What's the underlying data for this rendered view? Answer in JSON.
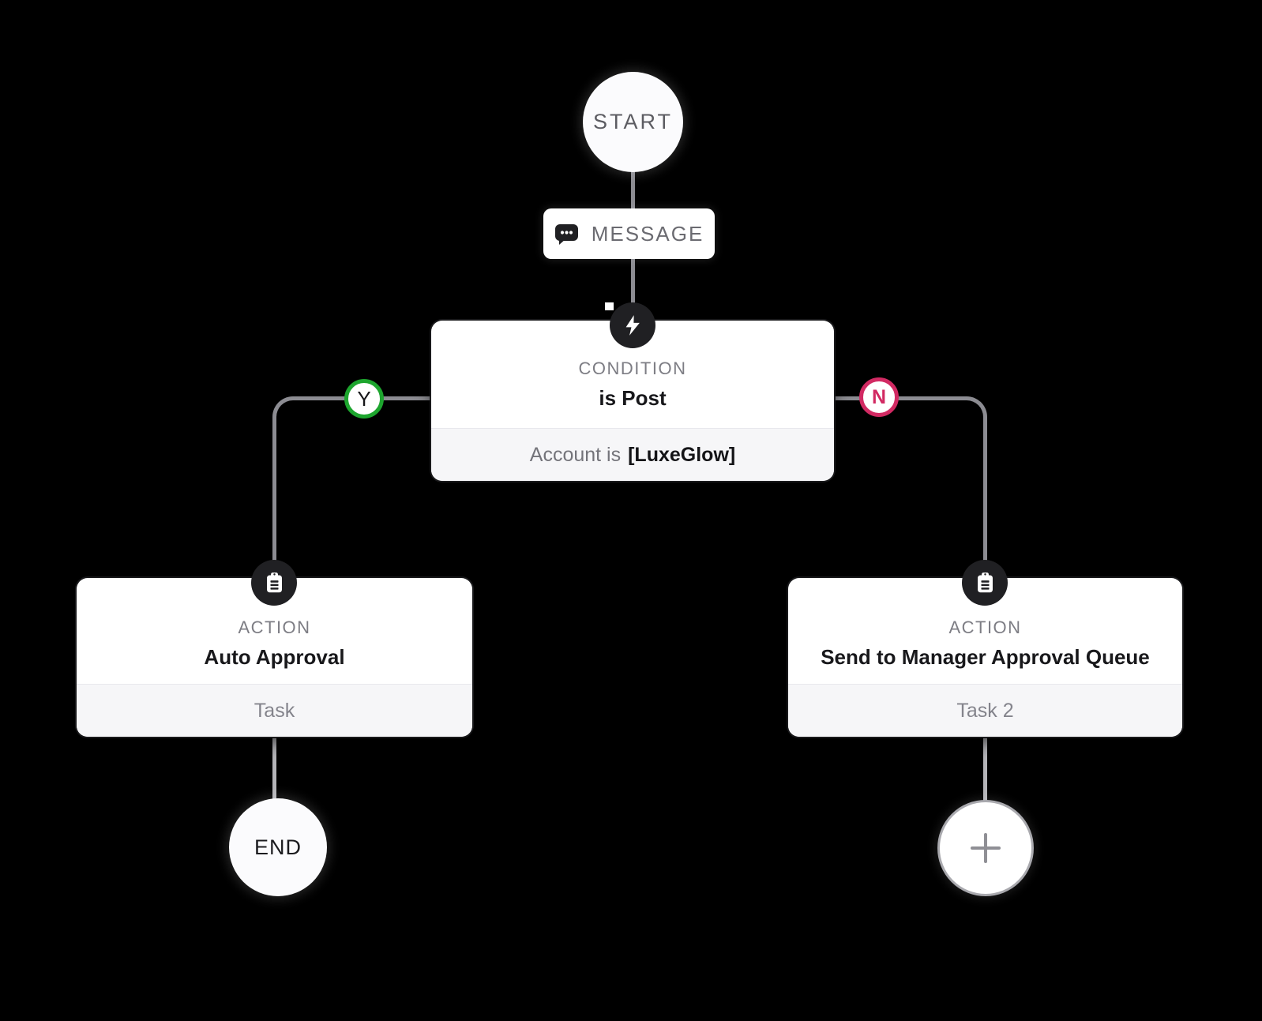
{
  "canvas": {
    "background": "#000000"
  },
  "colors": {
    "yes_green": "#1da52e",
    "no_pink": "#d22a63",
    "icon_disc_bg": "#202023",
    "connector_gray": "#8c8c92",
    "connector_light_gray": "#b4b4b8",
    "card_footer_bg": "#f6f6f8"
  },
  "nodes": {
    "start": {
      "label": "START"
    },
    "message": {
      "label": "MESSAGE",
      "icon": "chat-bubble-icon"
    },
    "condition": {
      "type_label": "CONDITION",
      "title": "is Post",
      "footer_prefix": "Account is",
      "footer_value": "[LuxeGlow]",
      "icon": "lightning-bolt-icon"
    },
    "action_left": {
      "type_label": "ACTION",
      "title": "Auto Approval",
      "footer": "Task",
      "icon": "clipboard-icon"
    },
    "action_right": {
      "type_label": "ACTION",
      "title": "Send to Manager Approval Queue",
      "footer": "Task 2",
      "icon": "clipboard-icon"
    },
    "end": {
      "label": "END"
    },
    "add": {
      "icon": "plus-icon"
    }
  },
  "branches": {
    "yes": {
      "label": "Y"
    },
    "no": {
      "label": "N"
    }
  }
}
